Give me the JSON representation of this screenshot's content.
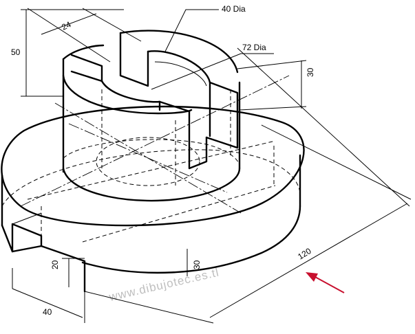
{
  "dimensions": {
    "hole_dia": "40 Dia",
    "boss_dia": "72 Dia",
    "slot_width_top": "24",
    "boss_height": "50",
    "boss_step_height": "30",
    "base_height": "30",
    "slot_depth": "20",
    "slot_width_base": "40",
    "base_dia": "120"
  },
  "watermark": "www.dibujotec.es.tl",
  "colors": {
    "line": "#000000",
    "view_arrow": "#c8102e",
    "watermark": "#bfbfbf"
  },
  "view_arrow": {
    "direction": "front view (pointing up-left)"
  }
}
